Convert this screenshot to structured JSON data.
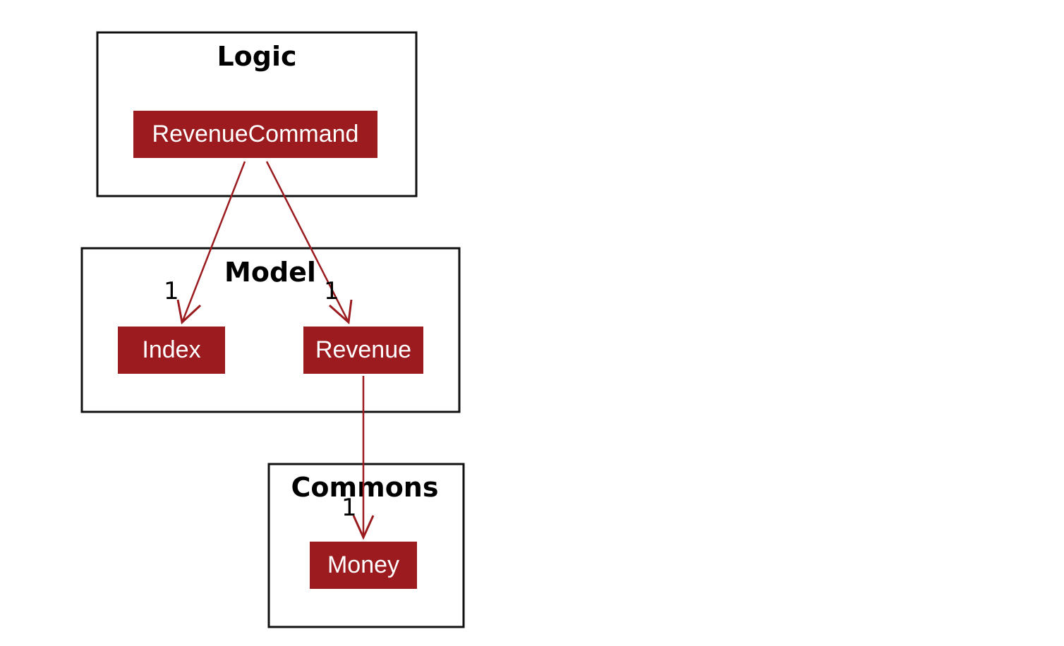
{
  "packages": {
    "logic": {
      "title": "Logic"
    },
    "model": {
      "title": "Model"
    },
    "commons": {
      "title": "Commons"
    }
  },
  "classes": {
    "revenue_command": {
      "label": "RevenueCommand"
    },
    "index": {
      "label": "Index"
    },
    "revenue": {
      "label": "Revenue"
    },
    "money": {
      "label": "Money"
    }
  },
  "associations": [
    {
      "from": "RevenueCommand",
      "to": "Index",
      "multiplicity": "1"
    },
    {
      "from": "RevenueCommand",
      "to": "Revenue",
      "multiplicity": "1"
    },
    {
      "from": "Revenue",
      "to": "Money",
      "multiplicity": "1"
    }
  ],
  "colors": {
    "class_fill": "#9b1b1f",
    "class_text": "#ffffff",
    "edge": "#9b1b1f",
    "frame": "#111111"
  }
}
